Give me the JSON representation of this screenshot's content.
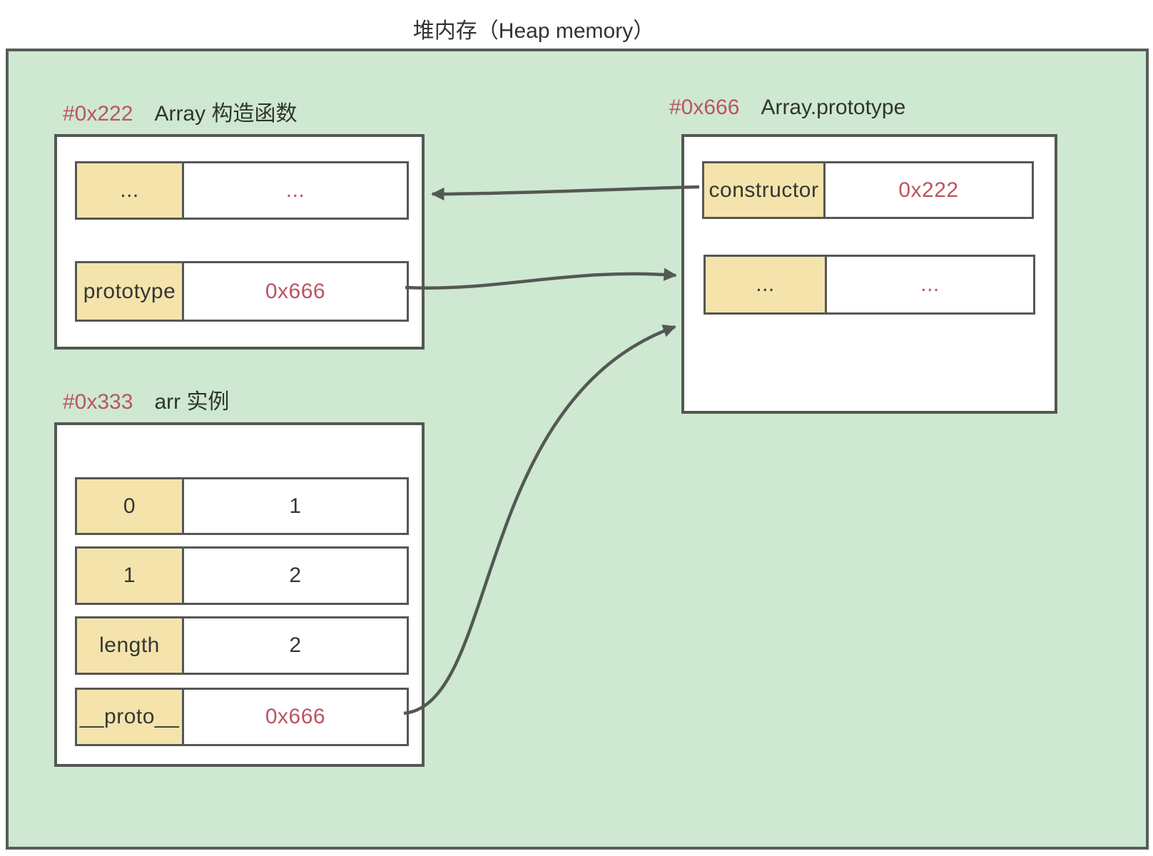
{
  "title": "堆内存（Heap memory）",
  "colors": {
    "heap_background": "#cee8d1",
    "border_and_arrows": "#545854",
    "key_cell_background": "#f5e3ac",
    "address_red": "#bb5460",
    "text_dark": "#333833"
  },
  "boxes": [
    {
      "address": "#0x222",
      "label": "Array 构造函数",
      "rows": [
        {
          "key": "...",
          "value": "...",
          "value_color": "#bb5460"
        },
        {
          "key": "prototype",
          "value": "0x666",
          "value_color": "#bb5460"
        }
      ]
    },
    {
      "address": "#0x666",
      "label": "Array.prototype",
      "rows": [
        {
          "key": "constructor",
          "value": "0x222",
          "value_color": "#bb5460"
        },
        {
          "key": "...",
          "value": "...",
          "value_color": "#bb5460"
        }
      ]
    },
    {
      "address": "#0x333",
      "label": "arr 实例",
      "rows": [
        {
          "key": "0",
          "value": "1",
          "value_color": "#333833"
        },
        {
          "key": "1",
          "value": "2",
          "value_color": "#333833"
        },
        {
          "key": "length",
          "value": "2",
          "value_color": "#333833"
        },
        {
          "key": "__proto__",
          "value": "0x666",
          "value_color": "#bb5460"
        }
      ]
    }
  ],
  "arrows": [
    {
      "from": "Array.prototype constructor slot",
      "to": "#0x222 Array 构造函数"
    },
    {
      "from": "Array 构造函数 prototype slot",
      "to": "#0x666 Array.prototype"
    },
    {
      "from": "arr 实例 __proto__ slot",
      "to": "#0x666 Array.prototype"
    }
  ]
}
